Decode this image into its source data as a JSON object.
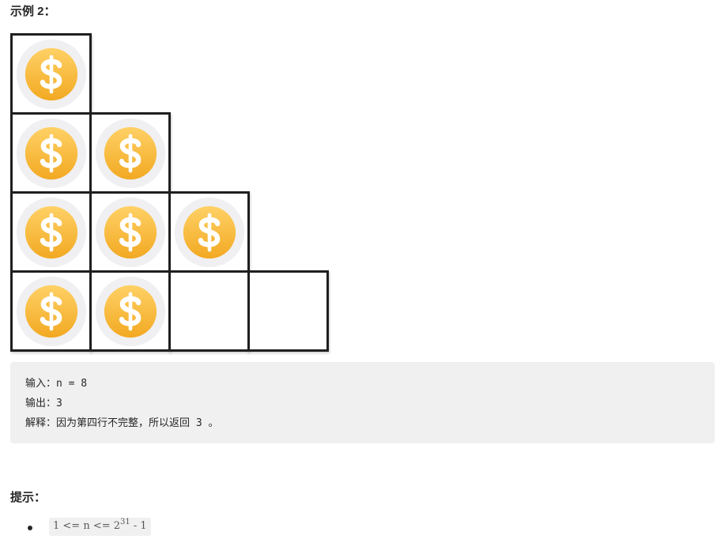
{
  "example": {
    "heading": "示例 2："
  },
  "staircase": {
    "rows": [
      [
        true
      ],
      [
        true,
        true
      ],
      [
        true,
        true,
        true
      ],
      [
        true,
        true,
        false,
        false
      ]
    ],
    "coin_icon": "dollar-coin-icon",
    "colors": {
      "coin_top": "#ffd166",
      "coin_bottom": "#f2a922",
      "coin_halo": "#f0f0f2",
      "border": "#1f1f1f"
    }
  },
  "code_block": {
    "lines": [
      "输入：n = 8",
      "输出：3",
      "解释：因为第四行不完整，所以返回 3 。"
    ]
  },
  "hints": {
    "heading": "提示：",
    "items": [
      {
        "prefix": "1 <= n <= 2",
        "sup": "31",
        "suffix": " - 1"
      }
    ]
  }
}
